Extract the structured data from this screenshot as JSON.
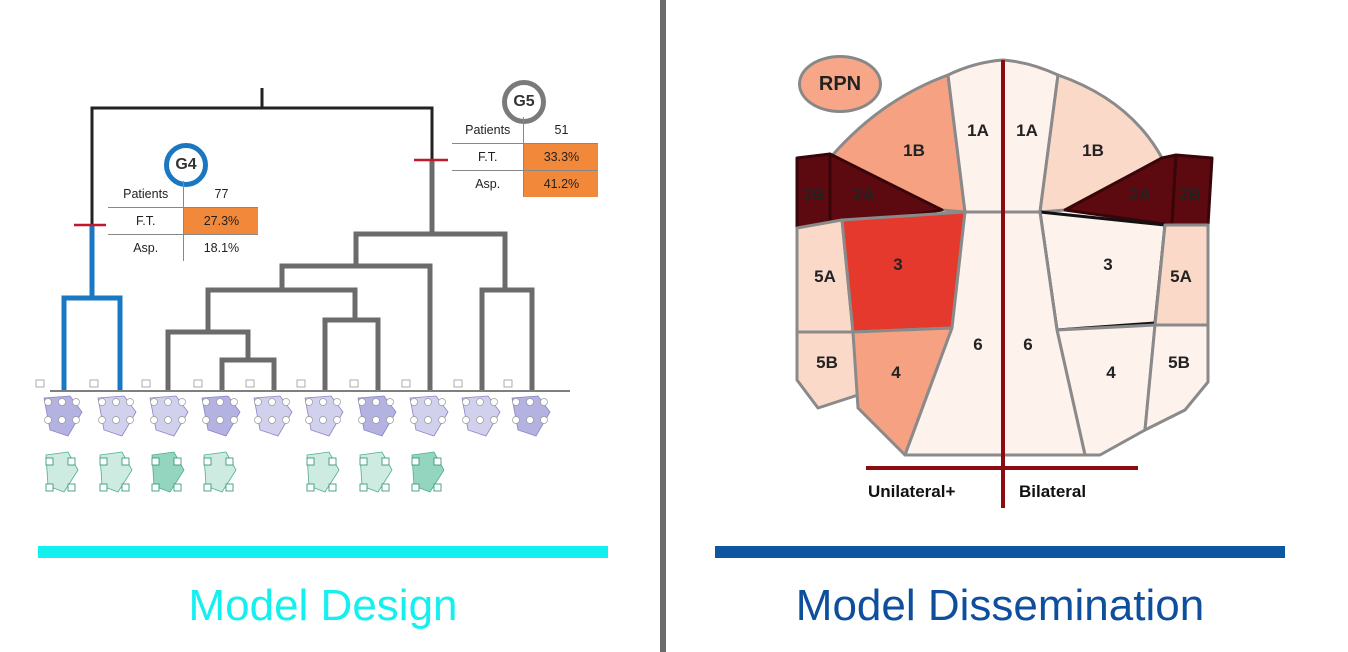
{
  "left_panel": {
    "g4": {
      "label": "G4",
      "ring_color": "#1a78c2",
      "rows": [
        {
          "label": "Patients",
          "value": "77"
        },
        {
          "label": "F.T.",
          "value": "27.3%"
        },
        {
          "label": "Asp.",
          "value": "18.1%"
        }
      ]
    },
    "g5": {
      "label": "G5",
      "ring_color": "#7a7a7a",
      "rows": [
        {
          "label": "Patients",
          "value": "51"
        },
        {
          "label": "F.T.",
          "value": "33.3%"
        },
        {
          "label": "Asp.",
          "value": "41.2%"
        }
      ]
    },
    "caption": "Model Design",
    "caption_color": "#14f0f0",
    "bar_color": "#14f0f0"
  },
  "right_panel": {
    "rpn_label": "RPN",
    "regions_left": [
      "1A",
      "1B",
      "2A",
      "2B",
      "3",
      "5A",
      "5B",
      "4",
      "6"
    ],
    "regions_right": [
      "1A",
      "1B",
      "2A",
      "2B",
      "3",
      "5A",
      "5B",
      "4",
      "6"
    ],
    "unilateral_label": "Unilateral+",
    "bilateral_label": "Bilateral",
    "caption": "Model Dissemination",
    "caption_color": "#0d4f9c",
    "bar_color": "#0d56a0"
  },
  "colors": {
    "dendro_gray": "#6b6b6b",
    "dendro_blue": "#1a78c2",
    "cut_red": "#c0192b",
    "purple": "#9b98d6",
    "green": "#6fc7a8",
    "heat_dark": "#5c0a10",
    "heat_red": "#e4392c",
    "heat_mid": "#f5a182",
    "heat_light": "#fbd9c9",
    "heat_pale": "#fef2ec",
    "axis_red": "#8b0b10"
  }
}
